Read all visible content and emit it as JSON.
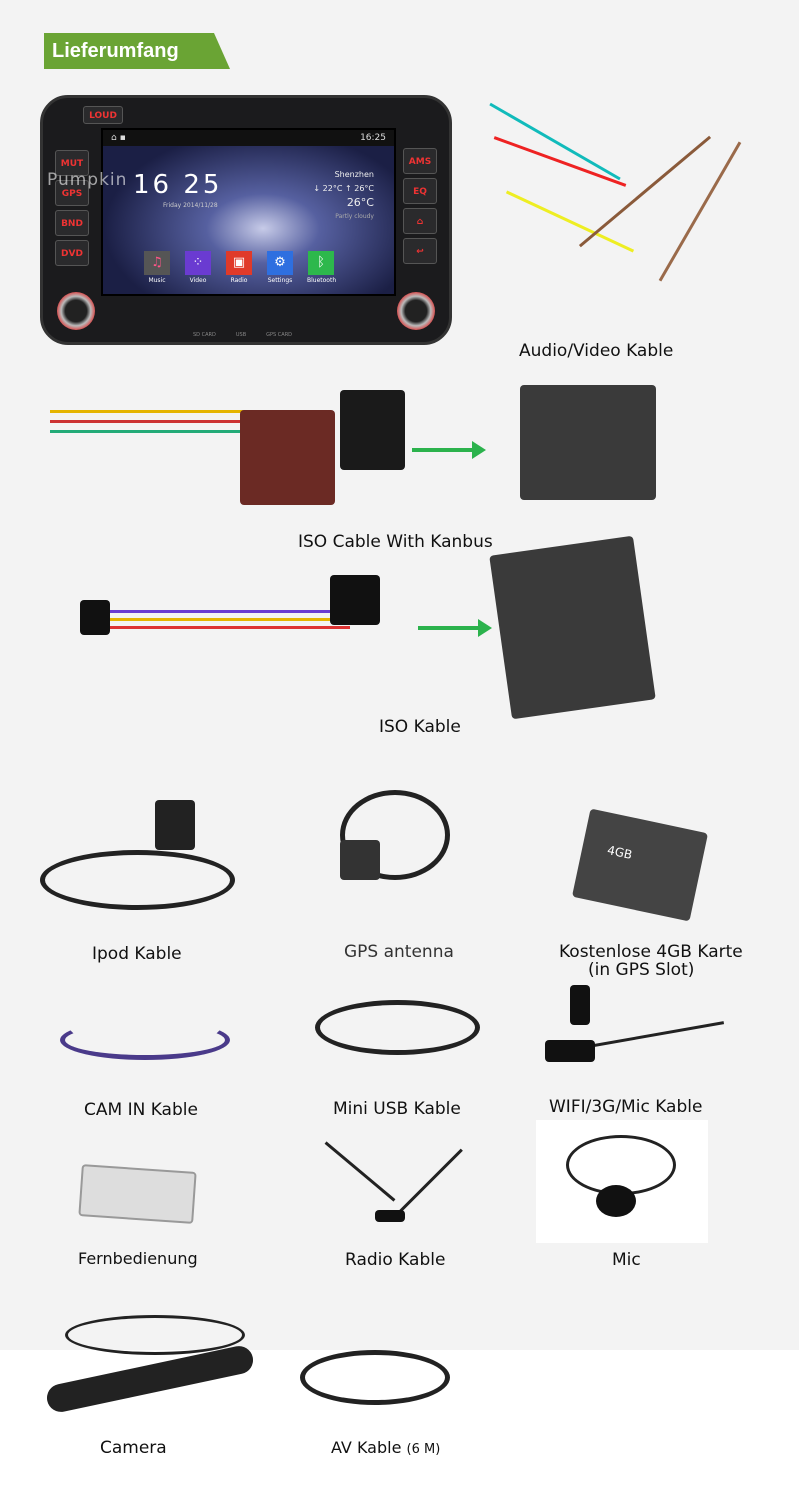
{
  "title": "Lieferumfang",
  "head_unit": {
    "left_buttons": [
      "MUT",
      "GPS",
      "BND",
      "DVD"
    ],
    "right_buttons": [
      "AMS",
      "EQ",
      "⌂",
      "↩"
    ],
    "top_button": "LOUD",
    "status_time": "16:25",
    "clock": "16 25",
    "date": "Friday 2014/11/28",
    "city": "Shenzhen",
    "temps": "↓ 22°C  ↑ 26°C",
    "weather": "Partly cloudy",
    "current_temp": "26°C",
    "apps": [
      "Music",
      "Video",
      "Radio",
      "Settings",
      "Bluetooth"
    ],
    "app_colors": [
      "#555555",
      "#6a3bd1",
      "#e03a2a",
      "#2e6fe0",
      "#2db84c"
    ],
    "brand": "Pumpkin",
    "ports": [
      "SD CARD",
      "USB",
      "GPS CARD"
    ]
  },
  "items": {
    "av": "Audio/Video Kable",
    "iso_kanbus": "ISO Cable With  Kanbus",
    "iso": "ISO Kable",
    "ipod": "Ipod Kable",
    "gps": "GPS antenna",
    "card": "Kostenlose 4GB Karte",
    "card_note": "(in GPS Slot)",
    "card_size": "4GB",
    "cam_in": "CAM IN Kable",
    "mini_usb": "Mini USB Kable",
    "wifi": "WIFI/3G/Mic Kable",
    "remote": "Fernbedienung",
    "radio": "Radio Kable",
    "mic": "Mic",
    "camera": "Camera",
    "av6": "AV Kable",
    "av6_len": "(6 M)"
  }
}
